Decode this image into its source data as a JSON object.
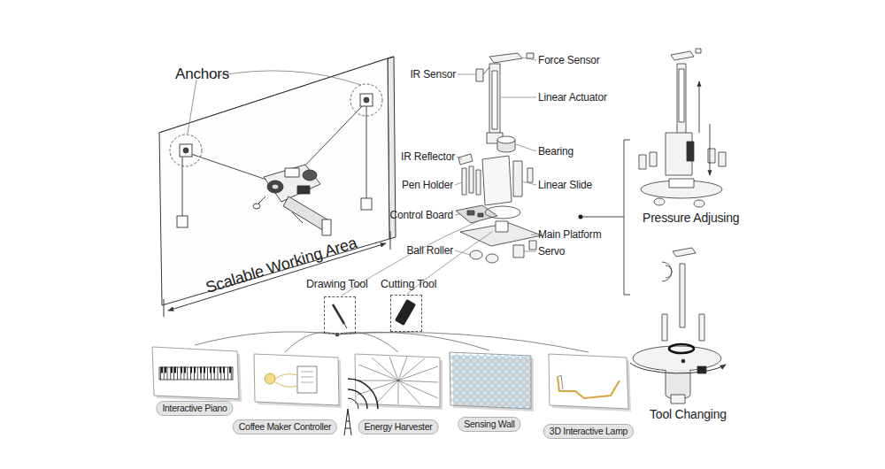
{
  "diagram": {
    "nodes": [
      {
        "text": [
          "Drawing Tool"
        ]
      },
      {
        "text": [
          "Cutting Tool"
        ]
      },
      {
        "text": [
          "Interactive Piano"
        ]
      },
      {
        "text": [
          "Coffee Maker Controller"
        ]
      },
      {
        "text": [
          "Energy Harvester"
        ]
      },
      {
        "text": [
          "Sensing Wall"
        ]
      },
      {
        "text": [
          "3D Interactive Lamp"
        ]
      }
    ],
    "edges": [
      {
        "from": 0,
        "to": 2,
        "arrow": "none"
      },
      {
        "from": 0,
        "to": 3,
        "arrow": "none"
      },
      {
        "from": 0,
        "to": 4,
        "arrow": "none"
      },
      {
        "from": 0,
        "to": 5,
        "arrow": "none"
      },
      {
        "from": 0,
        "to": 6,
        "arrow": "none"
      }
    ],
    "labels": [
      "Anchors",
      "Scalable Working Area",
      "IR Sensor",
      "Force Sensor",
      "Linear Actuator",
      "IR Reflector",
      "Bearing",
      "Pen Holder",
      "Linear Slide",
      "Control Board",
      "Main Platform",
      "Ball Roller",
      "Servo",
      "Pressure Adjusing",
      "Tool Changing"
    ]
  }
}
